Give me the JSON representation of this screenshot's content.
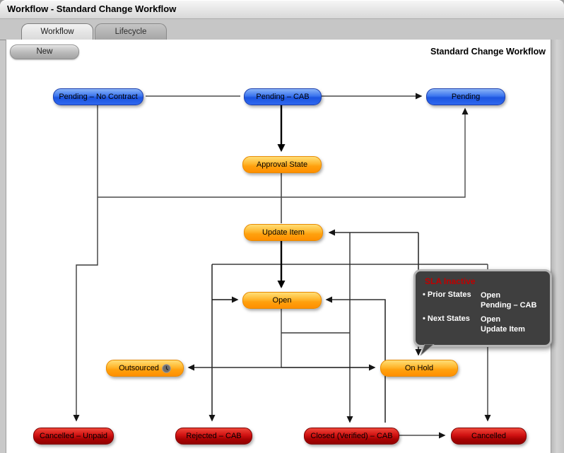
{
  "window": {
    "title": "Workflow - Standard Change Workflow"
  },
  "tabs": [
    {
      "label": "Workflow",
      "active": true
    },
    {
      "label": "Lifecycle",
      "active": false
    }
  ],
  "toolbar": {
    "new_label": "New"
  },
  "heading": "Standard Change Workflow",
  "colors": {
    "node_blue": "#2e68ef",
    "node_orange": "#ffa00e",
    "node_red": "#c00d0d",
    "tooltip_bg": "#3f3f3f",
    "tooltip_border": "#b5b5b5",
    "tooltip_title_red": "#c00000",
    "panel_bg": "#ffffff",
    "chrome_gray": "#c6c6c6"
  },
  "nodes": [
    {
      "id": "pending-no-contract",
      "label": "Pending – No Contract",
      "type": "blue"
    },
    {
      "id": "pending-cab",
      "label": "Pending – CAB",
      "type": "blue"
    },
    {
      "id": "pending",
      "label": "Pending",
      "type": "blue"
    },
    {
      "id": "approval-state",
      "label": "Approval State",
      "type": "orange"
    },
    {
      "id": "update-item",
      "label": "Update Item",
      "type": "orange"
    },
    {
      "id": "open",
      "label": "Open",
      "type": "orange"
    },
    {
      "id": "outsourced",
      "label": "Outsourced",
      "type": "orange",
      "icon": "clock-icon"
    },
    {
      "id": "on-hold",
      "label": "On Hold",
      "type": "orange"
    },
    {
      "id": "cancelled-unpaid",
      "label": "Cancelled – Unpaid",
      "type": "red"
    },
    {
      "id": "rejected-cab",
      "label": "Rejected – CAB",
      "type": "red"
    },
    {
      "id": "closed-verified-cab",
      "label": "Closed (Verified) – CAB",
      "type": "red"
    },
    {
      "id": "cancelled",
      "label": "Cancelled",
      "type": "red"
    }
  ],
  "tooltip": {
    "title": "SLA Inactive",
    "rows": [
      {
        "label": "Prior States",
        "values": [
          "Open",
          "Pending – CAB"
        ]
      },
      {
        "label": "Next States",
        "values": [
          "Open",
          "Update Item"
        ]
      }
    ]
  }
}
